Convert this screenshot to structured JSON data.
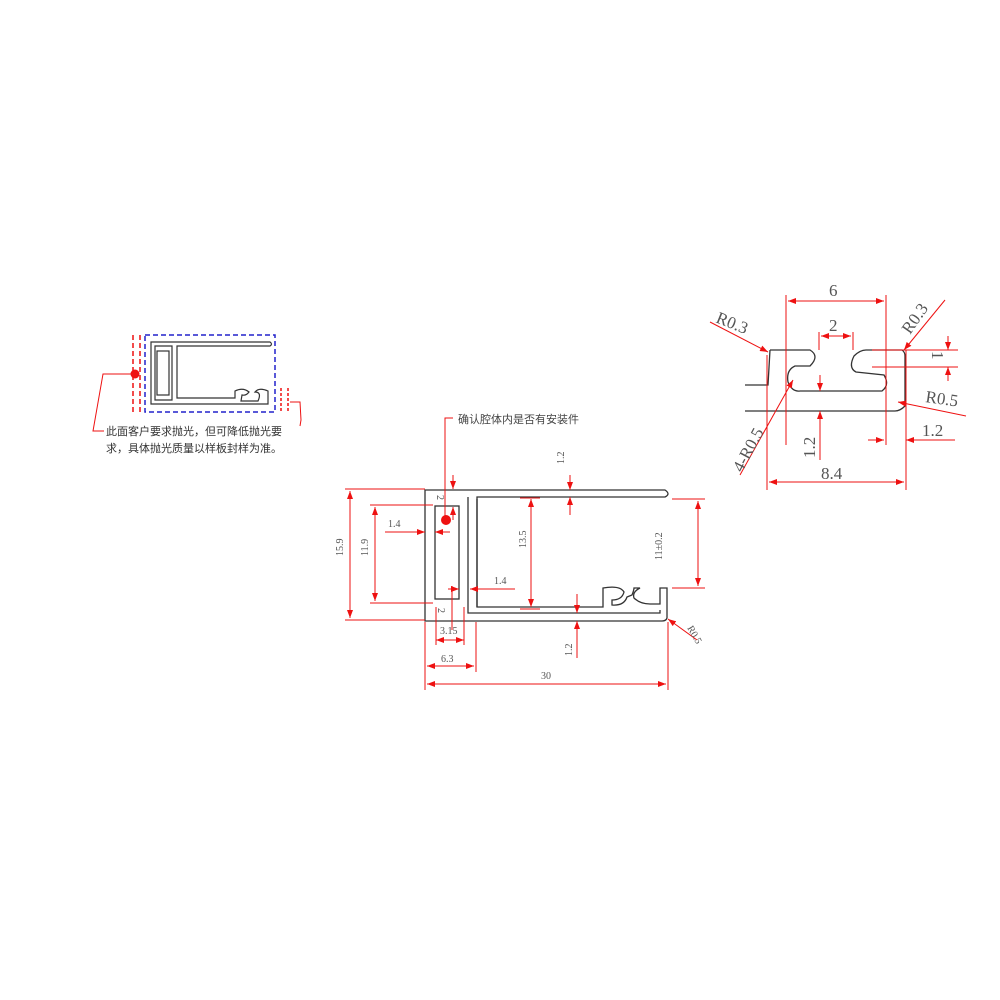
{
  "colors": {
    "outline": "#333333",
    "dimension": "#ee1111",
    "dashed_blue": "#2222cc",
    "text": "#444444"
  },
  "small_profile": {
    "note_line1": "此面客户要求抛光，但可降低抛光要",
    "note_line2": "求，具体抛光质量以样板封样为准。"
  },
  "main_profile": {
    "callout": "确认腔体内是否有安装件",
    "dims": {
      "overall_height": "15.9",
      "inner_height": "11.9",
      "wall_1_4_top": "1.4",
      "top_2": "2",
      "cavity_13_5": "13.5",
      "wall_1_4_bottom": "1.4",
      "bottom_2": "2",
      "width_3_15": "3.15",
      "width_6_3": "6.3",
      "overall_width": "30",
      "top_wall": "1.2",
      "bottom_wall": "1.2",
      "slot_height": "11±0.2",
      "radius": "R0.5"
    }
  },
  "detail_view": {
    "dims": {
      "width_6": "6",
      "slot_2": "2",
      "radius_left": "R0.3",
      "radius_right": "R0.3",
      "height_1": "1",
      "radius_r05": "R0.5",
      "four_r05": "4-R0.5",
      "wall_1_2_right": "1.2",
      "wall_1_2_bottom": "1.2",
      "width_8_4": "8.4"
    }
  }
}
